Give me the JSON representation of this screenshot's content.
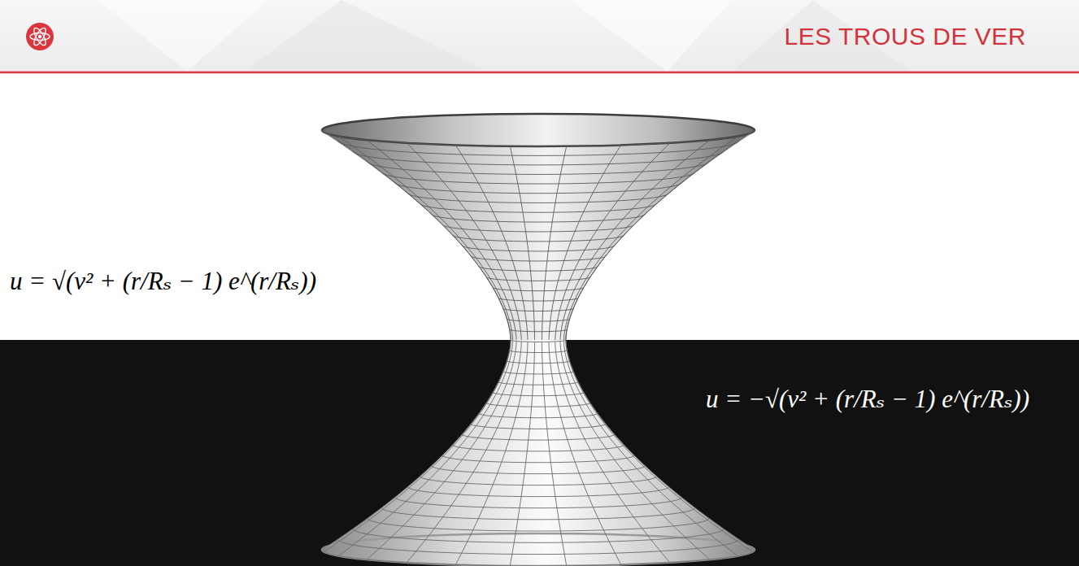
{
  "diagram": {
    "title": "LES TROUS DE VER",
    "labels": [
      "u = √(v² + (r/Rₛ − 1) e^(r/Rₛ))",
      "u = −√(v² + (r/Rₛ − 1) e^(r/Rₛ))"
    ]
  }
}
